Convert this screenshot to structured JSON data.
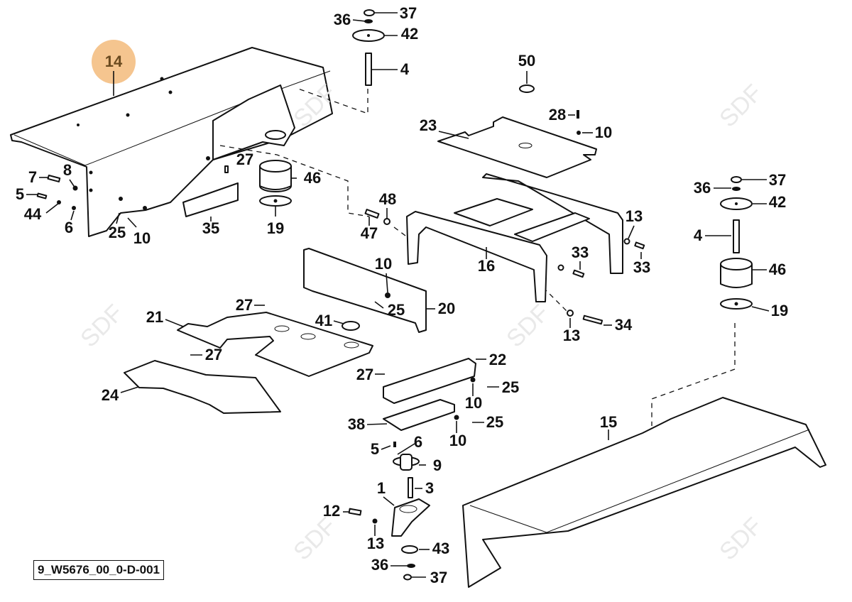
{
  "diagram": {
    "drawing_code": "9_W5676_00_0-D-001",
    "highlighted_callout": "14",
    "highlight_color": "#f5c58f",
    "watermark": "SDF",
    "callouts": [
      {
        "id": "c14",
        "label": "14"
      },
      {
        "id": "c36a",
        "label": "36"
      },
      {
        "id": "c37a",
        "label": "37"
      },
      {
        "id": "c42a",
        "label": "42"
      },
      {
        "id": "c4a",
        "label": "4"
      },
      {
        "id": "c50",
        "label": "50"
      },
      {
        "id": "c28",
        "label": "28"
      },
      {
        "id": "c10a",
        "label": "10"
      },
      {
        "id": "c23",
        "label": "23"
      },
      {
        "id": "c7",
        "label": "7"
      },
      {
        "id": "c8",
        "label": "8"
      },
      {
        "id": "c5a",
        "label": "5"
      },
      {
        "id": "c44",
        "label": "44"
      },
      {
        "id": "c6a",
        "label": "6"
      },
      {
        "id": "c25a",
        "label": "25"
      },
      {
        "id": "c10b",
        "label": "10"
      },
      {
        "id": "c27a",
        "label": "27"
      },
      {
        "id": "c46a",
        "label": "46"
      },
      {
        "id": "c35",
        "label": "35"
      },
      {
        "id": "c19a",
        "label": "19"
      },
      {
        "id": "c48",
        "label": "48"
      },
      {
        "id": "c47",
        "label": "47"
      },
      {
        "id": "c16",
        "label": "16"
      },
      {
        "id": "c13a",
        "label": "13"
      },
      {
        "id": "c33a",
        "label": "33"
      },
      {
        "id": "c33b",
        "label": "33"
      },
      {
        "id": "c36b",
        "label": "36"
      },
      {
        "id": "c37b",
        "label": "37"
      },
      {
        "id": "c42b",
        "label": "42"
      },
      {
        "id": "c4b",
        "label": "4"
      },
      {
        "id": "c46b",
        "label": "46"
      },
      {
        "id": "c19b",
        "label": "19"
      },
      {
        "id": "c10c",
        "label": "10"
      },
      {
        "id": "c25b",
        "label": "25"
      },
      {
        "id": "c20",
        "label": "20"
      },
      {
        "id": "c13b",
        "label": "13"
      },
      {
        "id": "c34",
        "label": "34"
      },
      {
        "id": "c27b",
        "label": "27"
      },
      {
        "id": "c21",
        "label": "21"
      },
      {
        "id": "c41",
        "label": "41"
      },
      {
        "id": "c27c",
        "label": "27"
      },
      {
        "id": "c24",
        "label": "24"
      },
      {
        "id": "c27d",
        "label": "27"
      },
      {
        "id": "c22",
        "label": "22"
      },
      {
        "id": "c25c",
        "label": "25"
      },
      {
        "id": "c10d",
        "label": "10"
      },
      {
        "id": "c38",
        "label": "38"
      },
      {
        "id": "c25d",
        "label": "25"
      },
      {
        "id": "c10e",
        "label": "10"
      },
      {
        "id": "c15",
        "label": "15"
      },
      {
        "id": "c5b",
        "label": "5"
      },
      {
        "id": "c6b",
        "label": "6"
      },
      {
        "id": "c9",
        "label": "9"
      },
      {
        "id": "c3",
        "label": "3"
      },
      {
        "id": "c1",
        "label": "1"
      },
      {
        "id": "c12",
        "label": "12"
      },
      {
        "id": "c13c",
        "label": "13"
      },
      {
        "id": "c43",
        "label": "43"
      },
      {
        "id": "c36c",
        "label": "36"
      },
      {
        "id": "c37c",
        "label": "37"
      }
    ]
  }
}
